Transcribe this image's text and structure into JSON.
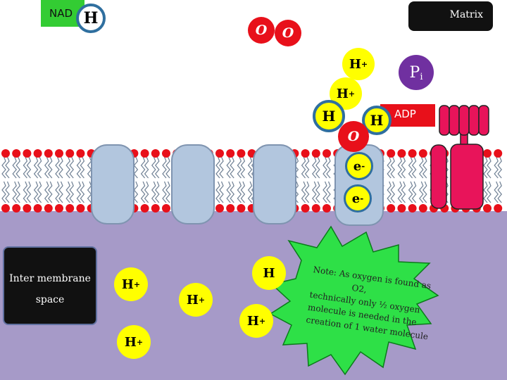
{
  "labels": {
    "nad": "NAD",
    "h_on_nad": "H",
    "matrix": "Matrix",
    "oxygen_1": "O",
    "oxygen_2": "O",
    "hplus_base": "H",
    "hplus_sup": "+",
    "h_left": "H",
    "h_right": "H",
    "water_o": "O",
    "pi_main": "P",
    "pi_sub": "i",
    "adp": "ADP",
    "electron_base": "e",
    "electron_sup": "-",
    "inter_membrane_line1": "Inter membrane",
    "inter_membrane_line2": "space",
    "h_partial": "H"
  },
  "note": {
    "lines": [
      "Note: As oxygen is found as",
      "O2,",
      "technically only ½ oxygen",
      "molecule is needed in the",
      "creation of 1 water molecule"
    ]
  },
  "colors": {
    "membrane_head": "#e8101a",
    "membrane_tail": "#6e7f93",
    "inter_membrane_space": "#a69ac8",
    "protein": "#b2c6de",
    "protein_border": "#7f94b0",
    "atp_synthase": "#e8145a",
    "hplus_fill": "#ffff00",
    "oxygen_fill": "#e8101a",
    "nad_fill": "#33cc33",
    "pi_fill": "#7030a0",
    "adp_fill": "#e8101a",
    "circle_border": "#2f6f9f"
  }
}
